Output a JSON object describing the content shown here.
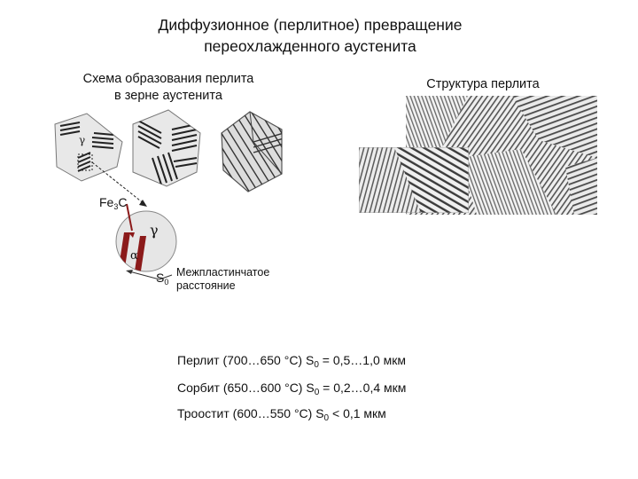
{
  "title": {
    "line1": "Диффузионное (перлитное) превращение",
    "line2": "переохлажденного аустенита"
  },
  "scheme": {
    "caption_line1": "Схема образования перлита",
    "caption_line2": "в зерне аустенита",
    "gamma_symbol": "γ",
    "alpha_symbol": "α",
    "cementite_label": "Fe",
    "cementite_sub": "3",
    "cementite_tail": "C",
    "spacing_symbol": "S",
    "spacing_sub": "0",
    "spacing_label_line1": "Межпластинчатое",
    "spacing_label_line2": "расстояние"
  },
  "structure": {
    "caption": "Структура перлита"
  },
  "formulas": [
    {
      "name": "Перлит",
      "range": "(700…650 °C)",
      "symbol": "S",
      "sub": "0",
      "value": "= 0,5…1,0 мкм"
    },
    {
      "name": "Сорбит",
      "range": "(650…600 °C)",
      "symbol": "S",
      "sub": "0",
      "value": "= 0,2…0,4 мкм"
    },
    {
      "name": "Троостит",
      "range": "(600…550 °C)",
      "symbol": "S",
      "sub": "0",
      "value": "< 0,1 мкм"
    }
  ],
  "colors": {
    "cementite_marker": "#8b1a1a",
    "grain_fill": "#e6e6e6",
    "micro_bg": "#ececec"
  }
}
